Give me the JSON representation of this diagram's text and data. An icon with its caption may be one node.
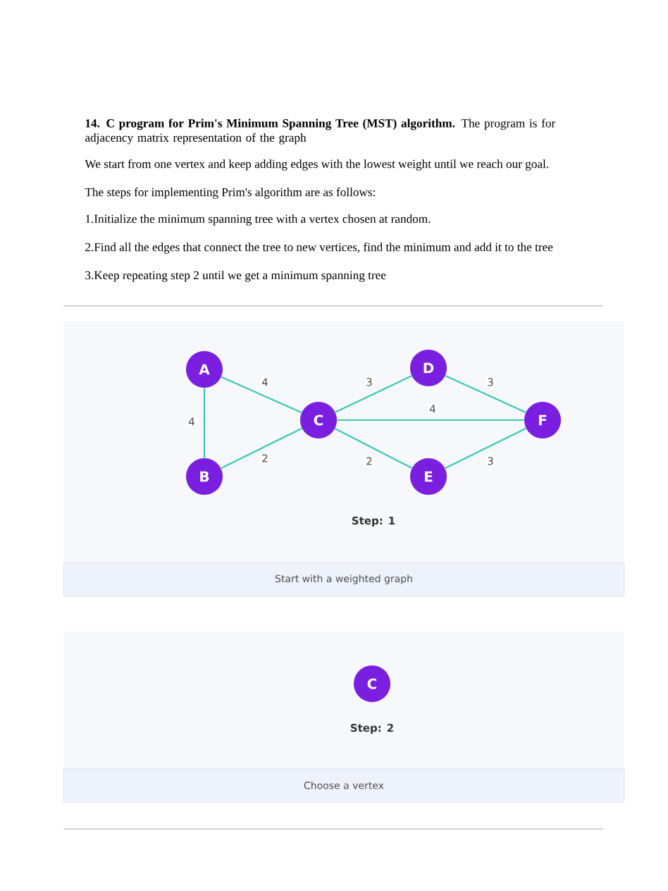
{
  "diagram": {
    "title": "**14. C program for Prim's Minimum Spanning Tree (MST) algorithm.** The program is for adjacency matrix representation of the graph",
    "nodes": [
      {
        "text": [
          "A"
        ]
      },
      {
        "text": [
          "B"
        ]
      },
      {
        "text": [
          "C"
        ]
      },
      {
        "text": [
          "D"
        ]
      },
      {
        "text": [
          "E"
        ]
      },
      {
        "text": [
          "F"
        ]
      },
      {
        "text": [
          "C"
        ]
      }
    ],
    "edges": [
      {
        "from": 0,
        "to": 1,
        "arrow": "none",
        "label": "4"
      },
      {
        "from": 0,
        "to": 2,
        "arrow": "none",
        "label": "4"
      },
      {
        "from": 1,
        "to": 2,
        "arrow": "none",
        "label": "2"
      },
      {
        "from": 2,
        "to": 3,
        "arrow": "none",
        "label": "3"
      },
      {
        "from": 2,
        "to": 5,
        "arrow": "none",
        "label": "4"
      },
      {
        "from": 2,
        "to": 4,
        "arrow": "none",
        "label": "2"
      },
      {
        "from": 3,
        "to": 5,
        "arrow": "none",
        "label": "3"
      },
      {
        "from": 4,
        "to": 5,
        "arrow": "none",
        "label": "3"
      }
    ],
    "labels": [
      "We start from one vertex and keep adding edges with the lowest weight until we reach our goal.",
      "The steps for implementing Prim's algorithm are as follows:",
      "1.Initialize the minimum spanning tree with a vertex chosen at random.",
      "2.Find all the edges that connect the tree to new vertices, find the minimum and add it to the tree",
      "3.Keep repeating step 2 until we get a minimum spanning tree",
      "Step: 1",
      "Start with a weighted graph",
      "Step: 2",
      "Choose a vertex"
    ]
  }
}
